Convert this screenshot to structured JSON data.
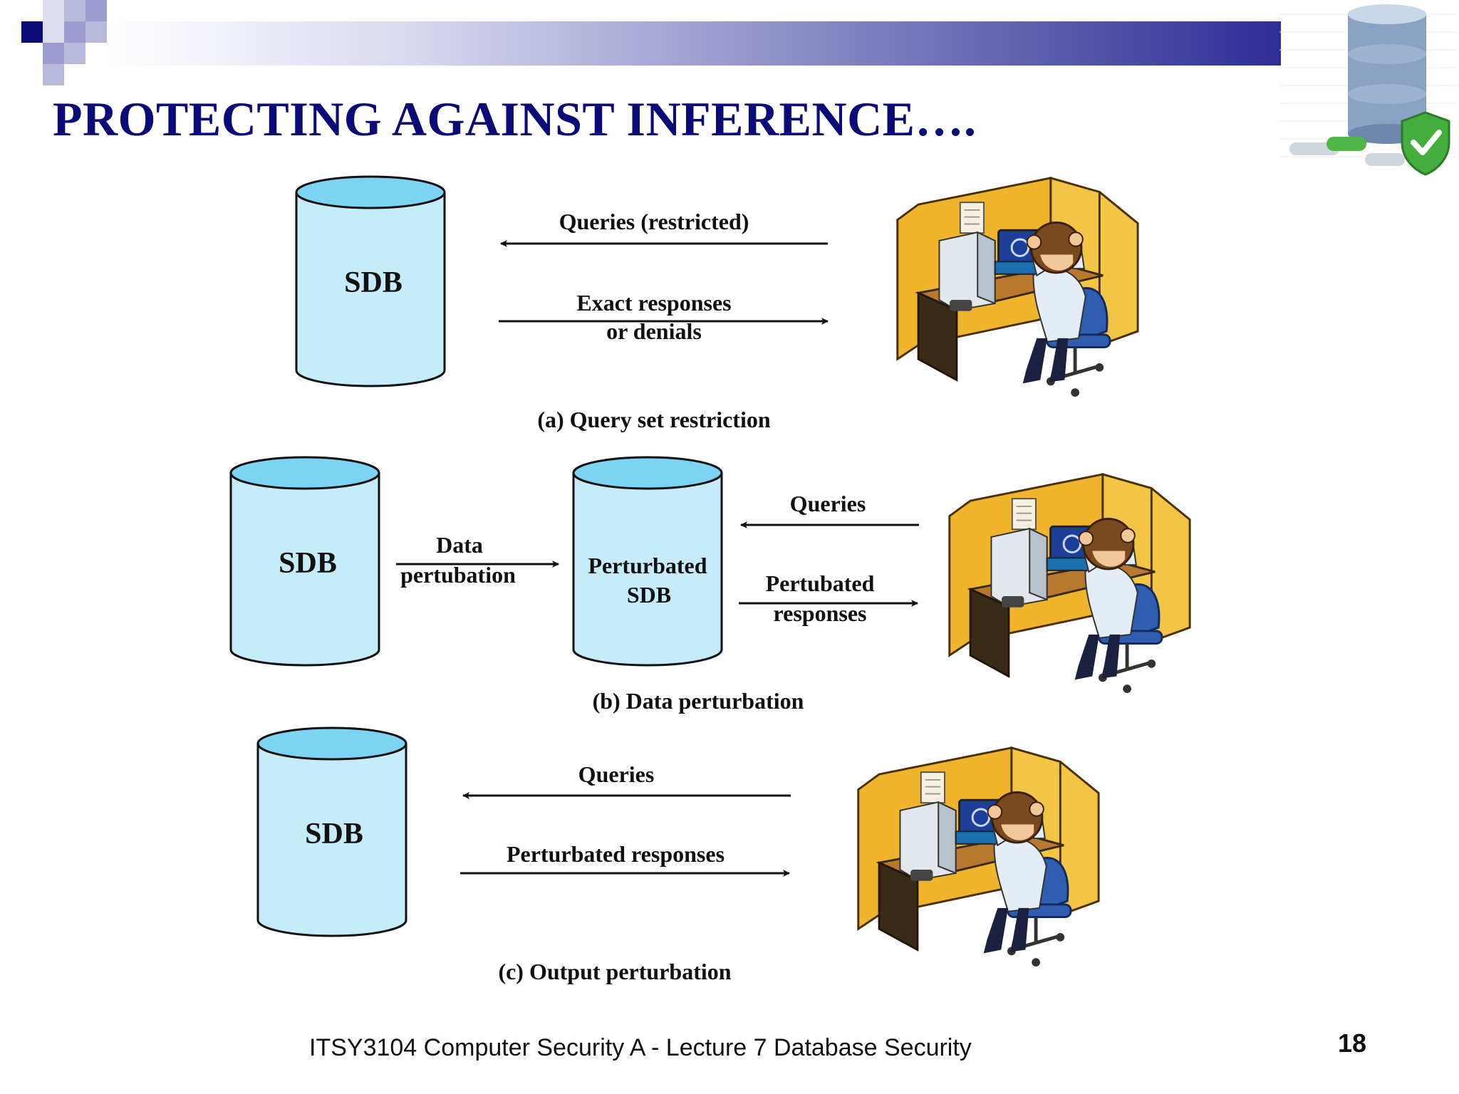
{
  "slide": {
    "title": "PROTECTING AGAINST INFERENCE….",
    "footer": "ITSY3104 Computer Security A - Lecture 7 Database Security",
    "page_number": "18"
  },
  "theme": {
    "title_color": "#0a0a78",
    "header_band_color": "#2e2e96",
    "cylinder_fill": "#c6ecfa",
    "cylinder_top": "#7dd3f2"
  },
  "diagram_a": {
    "caption": "(a) Query set restriction",
    "db_label": "SDB",
    "arrow_left_label": "Queries (restricted)",
    "arrow_right_label_1": "Exact responses",
    "arrow_right_label_2": "or denials"
  },
  "diagram_b": {
    "caption": "(b) Data perturbation",
    "db_label": "SDB",
    "perturb_label_1": "Data",
    "perturb_label_2": "pertubation",
    "db2_label_1": "Perturbated",
    "db2_label_2": "SDB",
    "queries_label": "Queries",
    "responses_label_1": "Pertubated",
    "responses_label_2": "responses"
  },
  "diagram_c": {
    "caption": "(c) Output perturbation",
    "db_label": "SDB",
    "queries_label": "Queries",
    "responses_label": "Perturbated responses"
  }
}
